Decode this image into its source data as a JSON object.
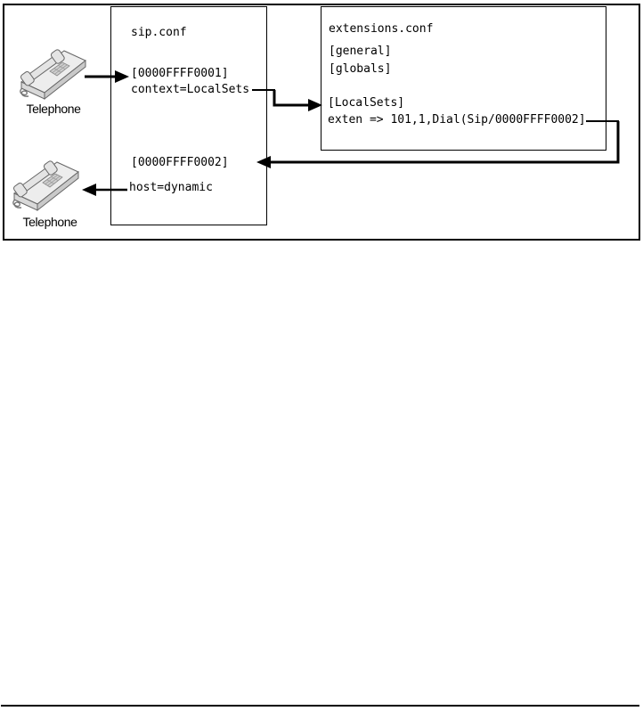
{
  "figure": {
    "phones": [
      {
        "label": "Telephone"
      },
      {
        "label": "Telephone"
      }
    ],
    "sip_conf": {
      "title": "sip.conf",
      "peer1_section": "[0000FFFF0001]",
      "peer1_line": "context=LocalSets",
      "peer2_section": "[0000FFFF0002]",
      "peer2_line": "host=dynamic"
    },
    "extensions_conf": {
      "title": "extensions.conf",
      "general_section": "[general]",
      "globals_section": "[globals]",
      "localsets_section": "[LocalSets]",
      "exten_line": "exten => 101,1,Dial(Sip/0000FFFF0002]"
    },
    "icons": [
      "telephone-icon",
      "arrow-right-icon",
      "arrow-left-icon"
    ],
    "colors": {
      "line": "#000000",
      "box_border": "#000000",
      "background": "#ffffff",
      "phone_top": "#ededed",
      "phone_front": "#c9c9c9",
      "phone_side": "#d9d9d9",
      "phone_outline": "#666666"
    }
  }
}
